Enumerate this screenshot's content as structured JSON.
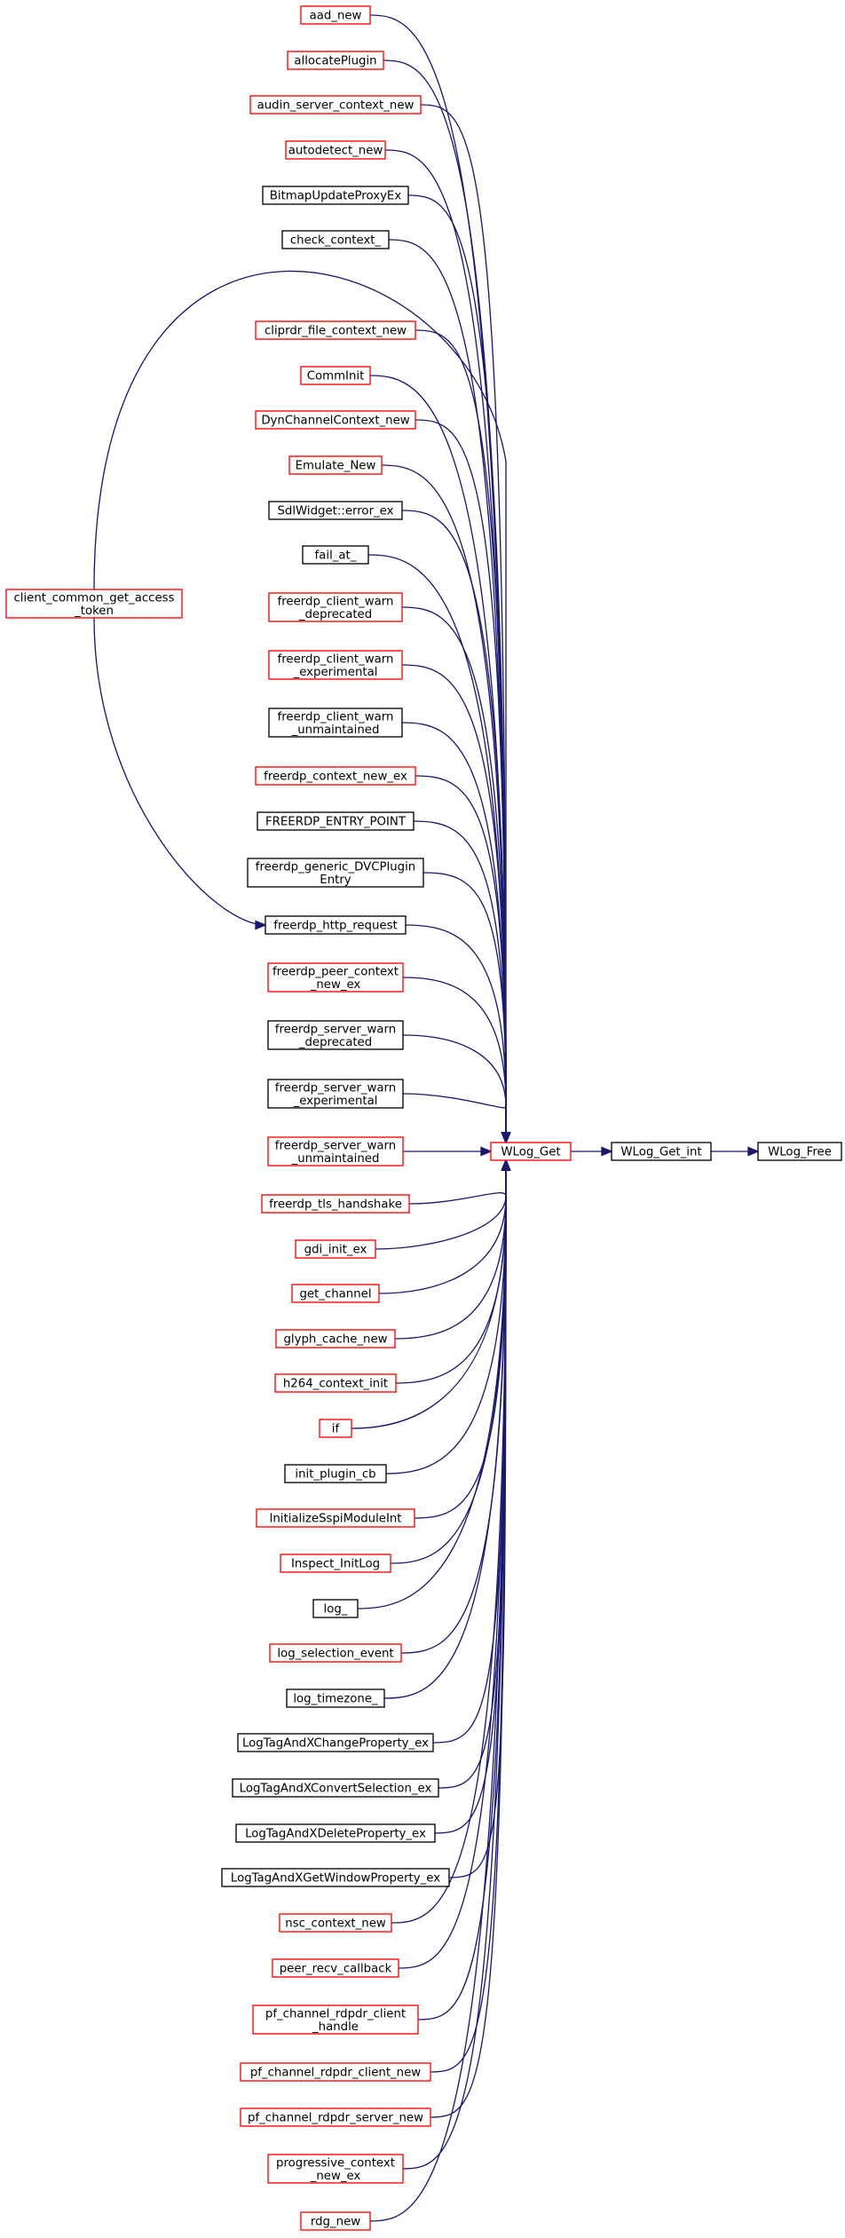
{
  "graph": {
    "colors": {
      "edge": "#191970",
      "node_border_expandable": "#ff0000",
      "node_border_plain": "#000000",
      "node_fill": "#ffffff",
      "node_fill_current": "#bfbfbf"
    },
    "current_node": "WLog_Free",
    "nodes": [
      {
        "id": "aad_new",
        "lines": [
          "aad_new"
        ],
        "border": "red"
      },
      {
        "id": "allocatePlugin",
        "lines": [
          "allocatePlugin"
        ],
        "border": "red"
      },
      {
        "id": "audin_server_context_new",
        "lines": [
          "audin_server_context_new"
        ],
        "border": "red"
      },
      {
        "id": "autodetect_new",
        "lines": [
          "autodetect_new"
        ],
        "border": "red"
      },
      {
        "id": "BitmapUpdateProxyEx",
        "lines": [
          "BitmapUpdateProxyEx"
        ],
        "border": "black"
      },
      {
        "id": "check_context_",
        "lines": [
          "check_context_"
        ],
        "border": "black"
      },
      {
        "id": "cliprdr_file_context_new",
        "lines": [
          "cliprdr_file_context_new"
        ],
        "border": "red"
      },
      {
        "id": "CommInit",
        "lines": [
          "CommInit"
        ],
        "border": "red"
      },
      {
        "id": "DynChannelContext_new",
        "lines": [
          "DynChannelContext_new"
        ],
        "border": "red"
      },
      {
        "id": "Emulate_New",
        "lines": [
          "Emulate_New"
        ],
        "border": "red"
      },
      {
        "id": "SdlWidget::error_ex",
        "lines": [
          "SdlWidget::error_ex"
        ],
        "border": "black"
      },
      {
        "id": "fail_at_",
        "lines": [
          "fail_at_"
        ],
        "border": "black"
      },
      {
        "id": "freerdp_client_warn_deprecated",
        "lines": [
          "freerdp_client_warn",
          "_deprecated"
        ],
        "border": "red"
      },
      {
        "id": "freerdp_client_warn_experimental",
        "lines": [
          "freerdp_client_warn",
          "_experimental"
        ],
        "border": "red"
      },
      {
        "id": "freerdp_client_warn_unmaintained",
        "lines": [
          "freerdp_client_warn",
          "_unmaintained"
        ],
        "border": "black"
      },
      {
        "id": "freerdp_context_new_ex",
        "lines": [
          "freerdp_context_new_ex"
        ],
        "border": "red"
      },
      {
        "id": "FREERDP_ENTRY_POINT",
        "lines": [
          "FREERDP_ENTRY_POINT"
        ],
        "border": "black"
      },
      {
        "id": "freerdp_generic_DVCPluginEntry",
        "lines": [
          "freerdp_generic_DVCPlugin",
          "Entry"
        ],
        "border": "black"
      },
      {
        "id": "client_common_get_access_token",
        "lines": [
          "client_common_get_access",
          "_token"
        ],
        "border": "red"
      },
      {
        "id": "freerdp_http_request",
        "lines": [
          "freerdp_http_request"
        ],
        "border": "black"
      },
      {
        "id": "freerdp_peer_context_new_ex",
        "lines": [
          "freerdp_peer_context",
          "_new_ex"
        ],
        "border": "red"
      },
      {
        "id": "freerdp_server_warn_deprecated",
        "lines": [
          "freerdp_server_warn",
          "_deprecated"
        ],
        "border": "black"
      },
      {
        "id": "freerdp_server_warn_experimental",
        "lines": [
          "freerdp_server_warn",
          "_experimental"
        ],
        "border": "black"
      },
      {
        "id": "freerdp_server_warn_unmaintained",
        "lines": [
          "freerdp_server_warn",
          "_unmaintained"
        ],
        "border": "red"
      },
      {
        "id": "freerdp_tls_handshake",
        "lines": [
          "freerdp_tls_handshake"
        ],
        "border": "red"
      },
      {
        "id": "gdi_init_ex",
        "lines": [
          "gdi_init_ex"
        ],
        "border": "red"
      },
      {
        "id": "get_channel",
        "lines": [
          "get_channel"
        ],
        "border": "red"
      },
      {
        "id": "glyph_cache_new",
        "lines": [
          "glyph_cache_new"
        ],
        "border": "red"
      },
      {
        "id": "h264_context_init",
        "lines": [
          "h264_context_init"
        ],
        "border": "red"
      },
      {
        "id": "if",
        "lines": [
          "if"
        ],
        "border": "red"
      },
      {
        "id": "init_plugin_cb",
        "lines": [
          "init_plugin_cb"
        ],
        "border": "black"
      },
      {
        "id": "InitializeSspiModuleInt",
        "lines": [
          "InitializeSspiModuleInt"
        ],
        "border": "red"
      },
      {
        "id": "Inspect_InitLog",
        "lines": [
          "Inspect_InitLog"
        ],
        "border": "red"
      },
      {
        "id": "log_",
        "lines": [
          "log_"
        ],
        "border": "black"
      },
      {
        "id": "log_selection_event",
        "lines": [
          "log_selection_event"
        ],
        "border": "red"
      },
      {
        "id": "log_timezone_",
        "lines": [
          "log_timezone_"
        ],
        "border": "black"
      },
      {
        "id": "LogTagAndXChangeProperty_ex",
        "lines": [
          "LogTagAndXChangeProperty_ex"
        ],
        "border": "black"
      },
      {
        "id": "LogTagAndXConvertSelection_ex",
        "lines": [
          "LogTagAndXConvertSelection_ex"
        ],
        "border": "black"
      },
      {
        "id": "LogTagAndXDeleteProperty_ex",
        "lines": [
          "LogTagAndXDeleteProperty_ex"
        ],
        "border": "black"
      },
      {
        "id": "LogTagAndXGetWindowProperty_ex",
        "lines": [
          "LogTagAndXGetWindowProperty_ex"
        ],
        "border": "black"
      },
      {
        "id": "nsc_context_new",
        "lines": [
          "nsc_context_new"
        ],
        "border": "red"
      },
      {
        "id": "peer_recv_callback",
        "lines": [
          "peer_recv_callback"
        ],
        "border": "red"
      },
      {
        "id": "pf_channel_rdpdr_client_handle",
        "lines": [
          "pf_channel_rdpdr_client",
          "_handle"
        ],
        "border": "red"
      },
      {
        "id": "pf_channel_rdpdr_client_new",
        "lines": [
          "pf_channel_rdpdr_client_new"
        ],
        "border": "red"
      },
      {
        "id": "pf_channel_rdpdr_server_new",
        "lines": [
          "pf_channel_rdpdr_server_new"
        ],
        "border": "red"
      },
      {
        "id": "progressive_context_new_ex",
        "lines": [
          "progressive_context",
          "_new_ex"
        ],
        "border": "red"
      },
      {
        "id": "rdg_new",
        "lines": [
          "rdg_new"
        ],
        "border": "red"
      },
      {
        "id": "WLog_Get",
        "lines": [
          "WLog_Get"
        ],
        "border": "red"
      },
      {
        "id": "WLog_Get_int",
        "lines": [
          "WLog_Get_int"
        ],
        "border": "black"
      },
      {
        "id": "WLog_Free",
        "lines": [
          "WLog_Free"
        ],
        "border": "black"
      }
    ],
    "edges": [
      {
        "from": "WLog_Get_int",
        "to": "WLog_Free"
      },
      {
        "from": "WLog_Get",
        "to": "WLog_Get_int"
      },
      {
        "from": "client_common_get_access_token",
        "to": "freerdp_http_request"
      },
      {
        "from": "aad_new",
        "to": "WLog_Get"
      },
      {
        "from": "allocatePlugin",
        "to": "WLog_Get"
      },
      {
        "from": "audin_server_context_new",
        "to": "WLog_Get"
      },
      {
        "from": "autodetect_new",
        "to": "WLog_Get"
      },
      {
        "from": "BitmapUpdateProxyEx",
        "to": "WLog_Get"
      },
      {
        "from": "check_context_",
        "to": "WLog_Get"
      },
      {
        "from": "client_common_get_access_token",
        "to": "WLog_Get"
      },
      {
        "from": "cliprdr_file_context_new",
        "to": "WLog_Get"
      },
      {
        "from": "CommInit",
        "to": "WLog_Get"
      },
      {
        "from": "DynChannelContext_new",
        "to": "WLog_Get"
      },
      {
        "from": "Emulate_New",
        "to": "WLog_Get"
      },
      {
        "from": "SdlWidget::error_ex",
        "to": "WLog_Get"
      },
      {
        "from": "fail_at_",
        "to": "WLog_Get"
      },
      {
        "from": "freerdp_client_warn_deprecated",
        "to": "WLog_Get"
      },
      {
        "from": "freerdp_client_warn_experimental",
        "to": "WLog_Get"
      },
      {
        "from": "freerdp_client_warn_unmaintained",
        "to": "WLog_Get"
      },
      {
        "from": "freerdp_context_new_ex",
        "to": "WLog_Get"
      },
      {
        "from": "FREERDP_ENTRY_POINT",
        "to": "WLog_Get"
      },
      {
        "from": "freerdp_generic_DVCPluginEntry",
        "to": "WLog_Get"
      },
      {
        "from": "freerdp_http_request",
        "to": "WLog_Get"
      },
      {
        "from": "freerdp_peer_context_new_ex",
        "to": "WLog_Get"
      },
      {
        "from": "freerdp_server_warn_deprecated",
        "to": "WLog_Get"
      },
      {
        "from": "freerdp_server_warn_experimental",
        "to": "WLog_Get"
      },
      {
        "from": "freerdp_server_warn_unmaintained",
        "to": "WLog_Get"
      },
      {
        "from": "freerdp_tls_handshake",
        "to": "WLog_Get"
      },
      {
        "from": "gdi_init_ex",
        "to": "WLog_Get"
      },
      {
        "from": "get_channel",
        "to": "WLog_Get"
      },
      {
        "from": "glyph_cache_new",
        "to": "WLog_Get"
      },
      {
        "from": "h264_context_init",
        "to": "WLog_Get"
      },
      {
        "from": "if",
        "to": "WLog_Get"
      },
      {
        "from": "init_plugin_cb",
        "to": "WLog_Get"
      },
      {
        "from": "InitializeSspiModuleInt",
        "to": "WLog_Get"
      },
      {
        "from": "Inspect_InitLog",
        "to": "WLog_Get"
      },
      {
        "from": "log_",
        "to": "WLog_Get"
      },
      {
        "from": "log_selection_event",
        "to": "WLog_Get"
      },
      {
        "from": "log_timezone_",
        "to": "WLog_Get"
      },
      {
        "from": "LogTagAndXChangeProperty_ex",
        "to": "WLog_Get"
      },
      {
        "from": "LogTagAndXConvertSelection_ex",
        "to": "WLog_Get"
      },
      {
        "from": "LogTagAndXDeleteProperty_ex",
        "to": "WLog_Get"
      },
      {
        "from": "LogTagAndXGetWindowProperty_ex",
        "to": "WLog_Get"
      },
      {
        "from": "nsc_context_new",
        "to": "WLog_Get"
      },
      {
        "from": "peer_recv_callback",
        "to": "WLog_Get"
      },
      {
        "from": "pf_channel_rdpdr_client_handle",
        "to": "WLog_Get"
      },
      {
        "from": "pf_channel_rdpdr_client_new",
        "to": "WLog_Get"
      },
      {
        "from": "pf_channel_rdpdr_server_new",
        "to": "WLog_Get"
      },
      {
        "from": "progressive_context_new_ex",
        "to": "WLog_Get"
      },
      {
        "from": "rdg_new",
        "to": "WLog_Get"
      }
    ]
  }
}
